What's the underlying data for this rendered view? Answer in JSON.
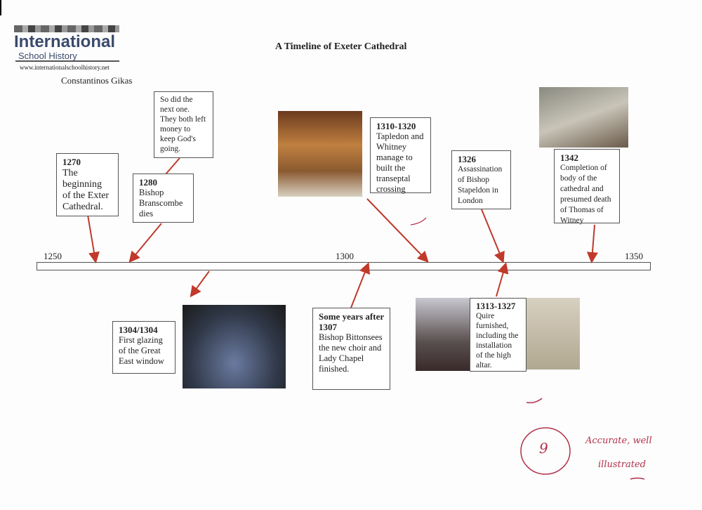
{
  "logo": {
    "line1": "International",
    "line2": "School History",
    "url": "www.internationalschoolhistory.net"
  },
  "author": "Constantinos Gikas",
  "title": "A Timeline of Exeter Cathedral",
  "axis": {
    "start": "1250",
    "mid": "1300",
    "end": "1350"
  },
  "events": [
    {
      "year": "1270",
      "text": "The beginning of the Exter Cathedral."
    },
    {
      "year": "1280",
      "text": "Bishop Branscombe dies"
    },
    {
      "year": "",
      "text": "So did the next one. They both left money to keep God's going."
    },
    {
      "year": "1310-1320",
      "text": "Tapledon and Whitney manage to built the transeptal crossing"
    },
    {
      "year": "1326",
      "text": "Assassination of Bishop Stapeldon in London"
    },
    {
      "year": "1342",
      "text": "Completion of body of the cathedral and presumed death of Thomas of Witney"
    },
    {
      "year": "1304/1304",
      "text": "First glazing of the Great East window"
    },
    {
      "year": "Some years after 1307",
      "text": "Bishop Bittonsees the new choir and Lady Chapel finished."
    },
    {
      "year": "1313-1327",
      "text": "Quire furnished, including the installation of the high altar."
    }
  ],
  "marking": {
    "grade": "9",
    "comment1": "Accurate, well",
    "comment2": "illustrated"
  }
}
